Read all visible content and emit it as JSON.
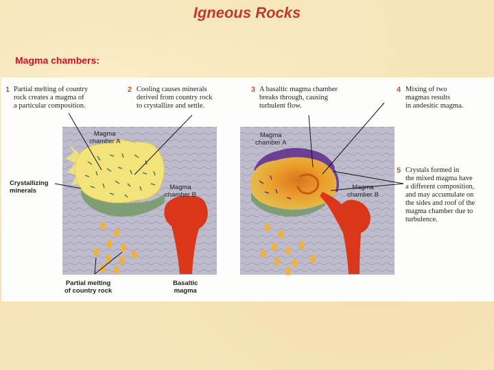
{
  "title": "Igneous Rocks",
  "subtitle": "Magma chambers:",
  "steps": [
    {
      "num": "1",
      "text": "Partial melting of country\nrock creates a magma of\na particular composition."
    },
    {
      "num": "2",
      "text": "Cooling causes minerals\nderived from country rock\nto crystallize and settle."
    },
    {
      "num": "3",
      "text": "A basaltic magma chamber\nbreaks through, causing\nturbulent flow."
    },
    {
      "num": "4",
      "text": "Mixing of two\nmagmas results\nin andesitic magma."
    },
    {
      "num": "5",
      "text": "Crystals formed in\nthe mixed magma have\na different composition,\nand may accumulate on\nthe sides and roof of the\nmagma chamber due to\nturbulence."
    }
  ],
  "labels": {
    "magma_a_left": "Magma\nchamber A",
    "magma_b_left": "Magma\nchamber B",
    "crystallizing": "Crystallizing\nminerals",
    "partial_melting": "Partial melting\nof country rock",
    "basaltic": "Basaltic\nmagma",
    "magma_a_right": "Magma\nchamber A",
    "magma_b_right": "Magma\nchamber B"
  },
  "colors": {
    "title": "#c0392b",
    "subtitle": "#d0121e",
    "country_rock": "#b9b7c9",
    "magma_a": "#f2e37a",
    "magma_b": "#d9361a",
    "mixed_magma": "#e8a12a",
    "crystals": "#6e8a6a"
  }
}
